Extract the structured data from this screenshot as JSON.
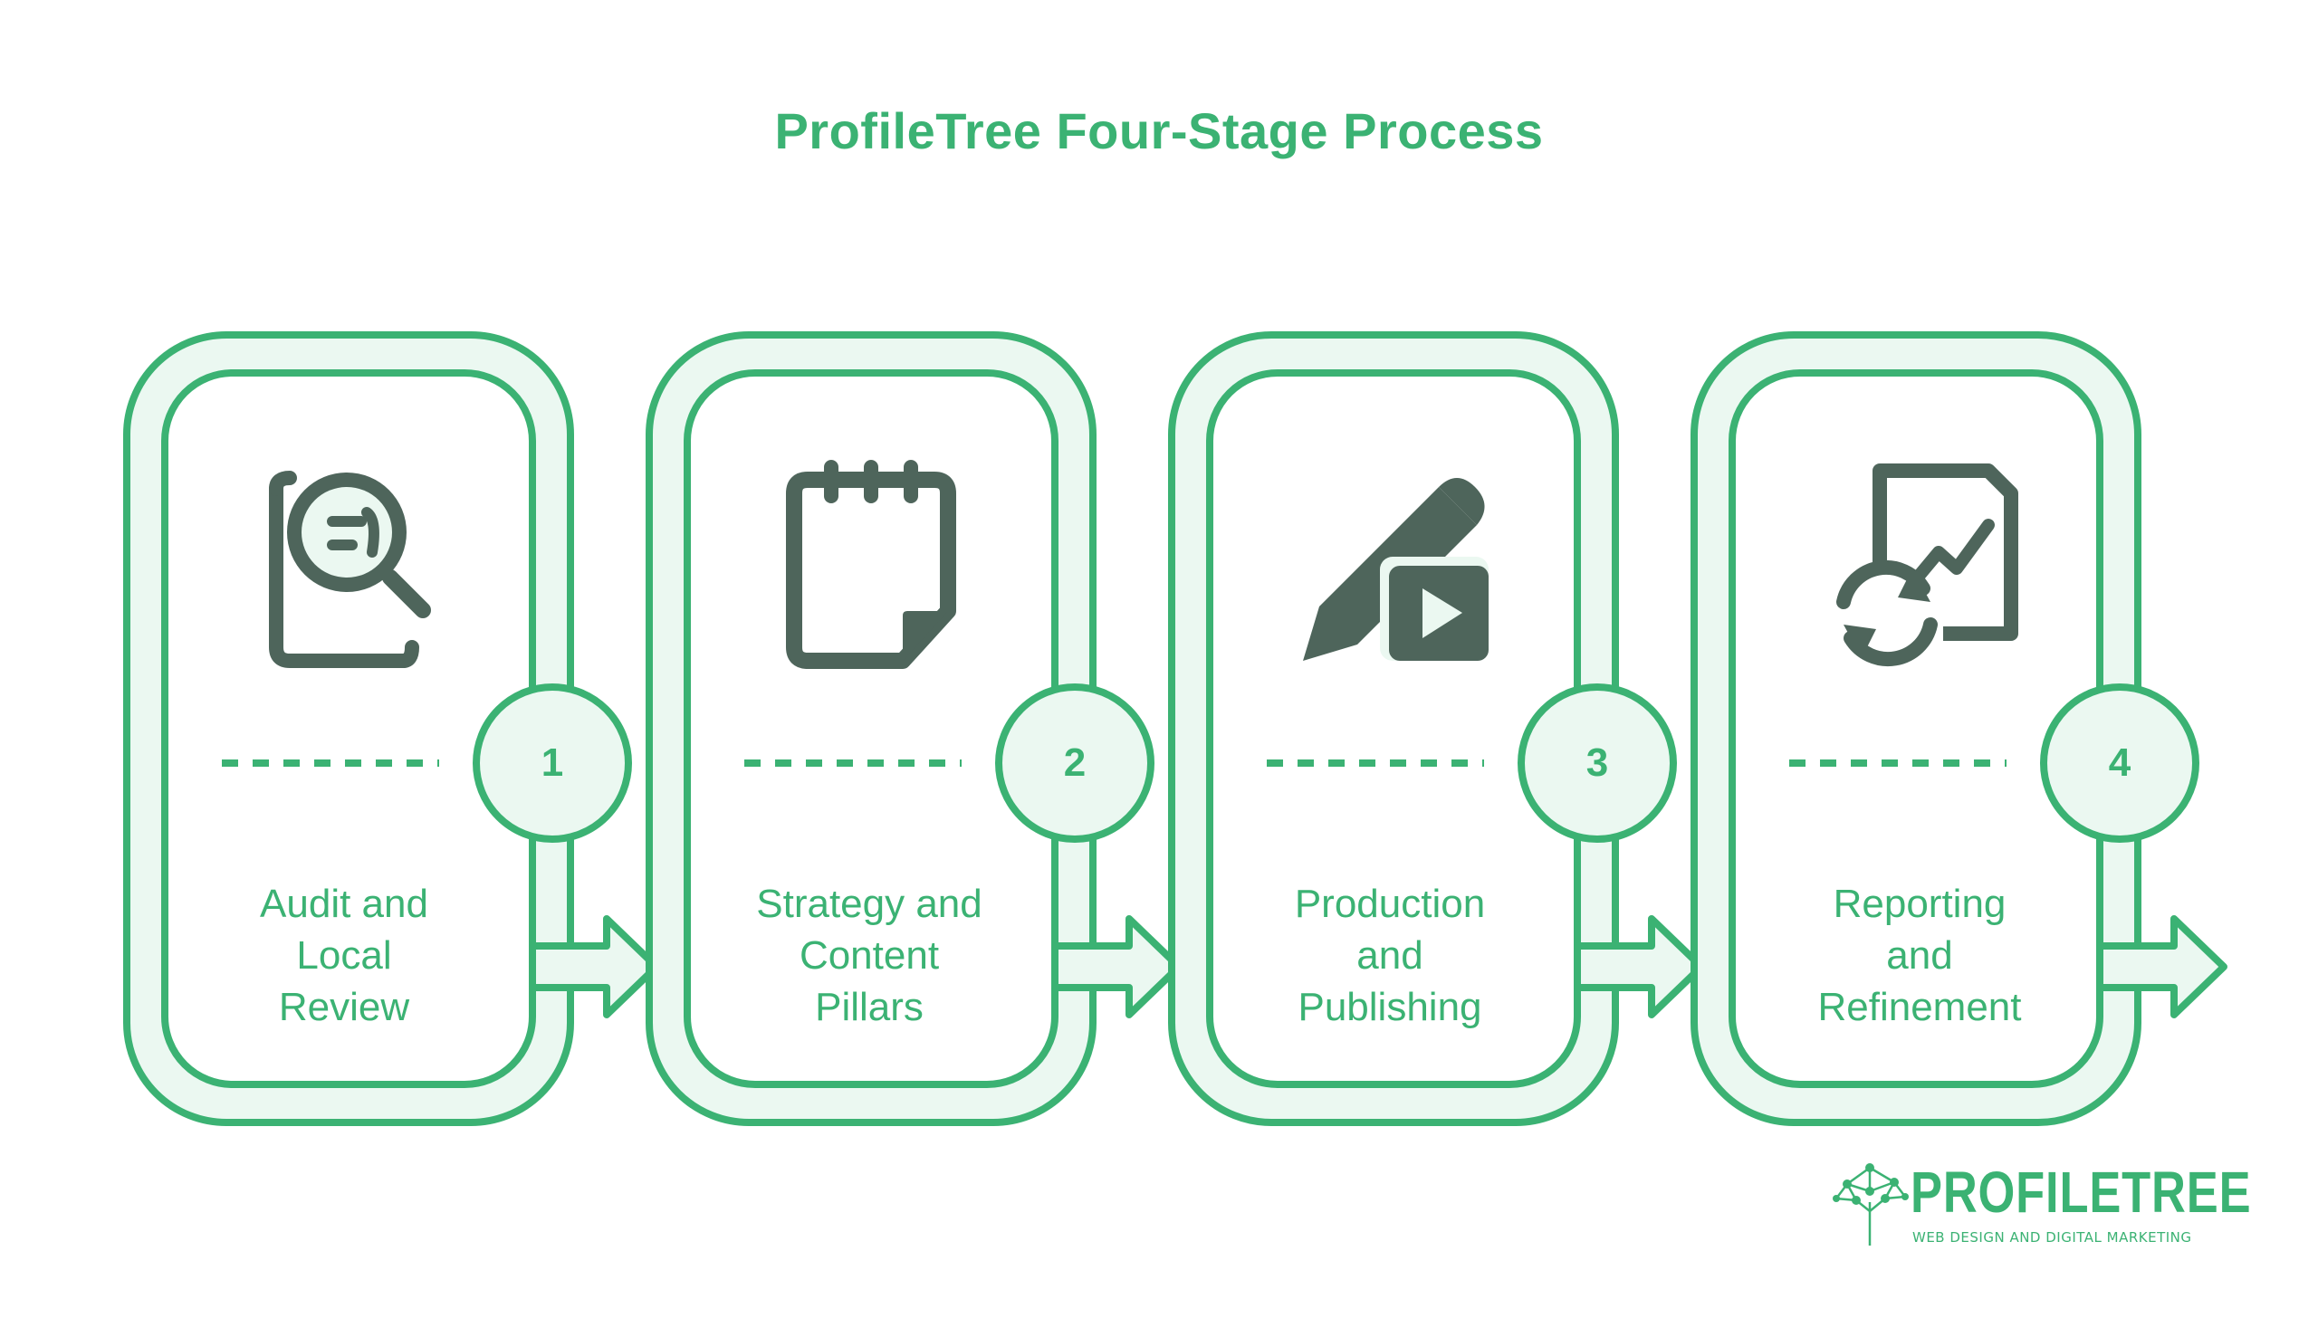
{
  "title": "ProfileTree Four-Stage Process",
  "colors": {
    "accent": "#3bb273",
    "panel_fill": "#ebf8f1",
    "icon": "#4e655b"
  },
  "stages": [
    {
      "number": "1",
      "label": "Audit and\nLocal\nReview",
      "icon": "document-search-icon"
    },
    {
      "number": "2",
      "label": "Strategy and\nContent\nPillars",
      "icon": "calendar-note-icon"
    },
    {
      "number": "3",
      "label": "Production\nand\nPublishing",
      "icon": "pen-video-icon"
    },
    {
      "number": "4",
      "label": "Reporting\nand\nRefinement",
      "icon": "report-refresh-icon"
    }
  ],
  "logo": {
    "wordmark": "PROFILETREE",
    "tagline": "WEB DESIGN AND DIGITAL MARKETING"
  }
}
